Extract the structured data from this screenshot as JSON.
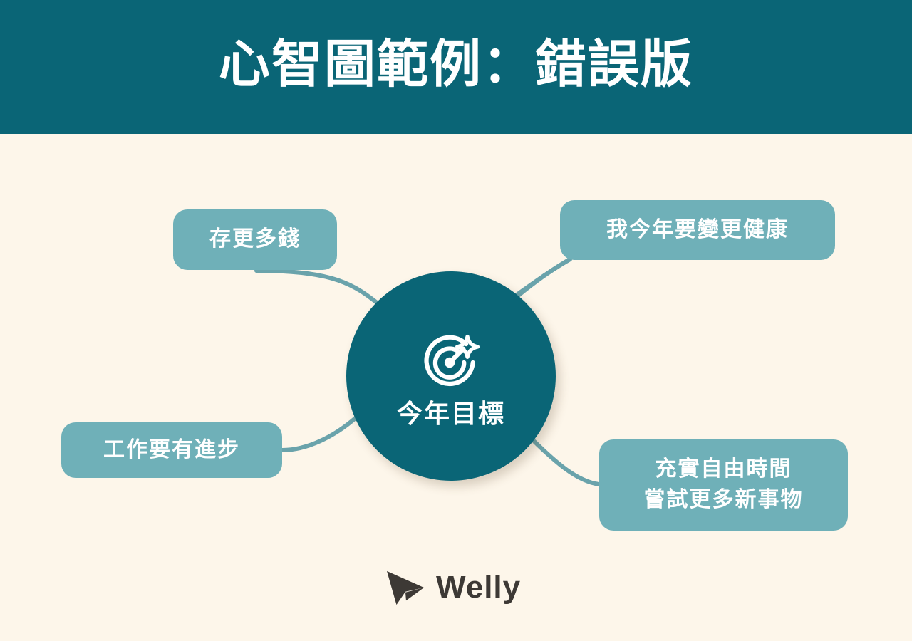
{
  "header": {
    "title": "心智圖範例：錯誤版",
    "background_color": "#0A6576",
    "title_color": "#FFFFFF"
  },
  "canvas": {
    "background_color": "#FDF6EA",
    "connector_color": "#6AA3AB"
  },
  "mindmap": {
    "center": {
      "label": "今年目標",
      "icon": "target-goal-icon",
      "fill_color": "#0A6576",
      "text_color": "#FFFFFF"
    },
    "branches": [
      {
        "id": "save",
        "label": "存更多錢",
        "lines": [
          "存更多錢"
        ],
        "position": "top-left",
        "fill_color": "#6FB0B8",
        "text_color": "#FFFFFF"
      },
      {
        "id": "health",
        "label": "我今年要變更健康",
        "lines": [
          "我今年要變更健康"
        ],
        "position": "top-right",
        "fill_color": "#6FB0B8",
        "text_color": "#FFFFFF"
      },
      {
        "id": "work",
        "label": "工作要有進步",
        "lines": [
          "工作要有進步"
        ],
        "position": "left",
        "fill_color": "#6FB0B8",
        "text_color": "#FFFFFF"
      },
      {
        "id": "freetime",
        "label": "充實自由時間 嘗試更多新事物",
        "lines": [
          "充實自由時間",
          "嘗試更多新事物"
        ],
        "position": "bottom-right",
        "fill_color": "#6FB0B8",
        "text_color": "#FFFFFF"
      }
    ]
  },
  "footer": {
    "brand_name": "Welly",
    "brand_mark": "paper-plane-icon",
    "brand_color": "#3D3935"
  }
}
